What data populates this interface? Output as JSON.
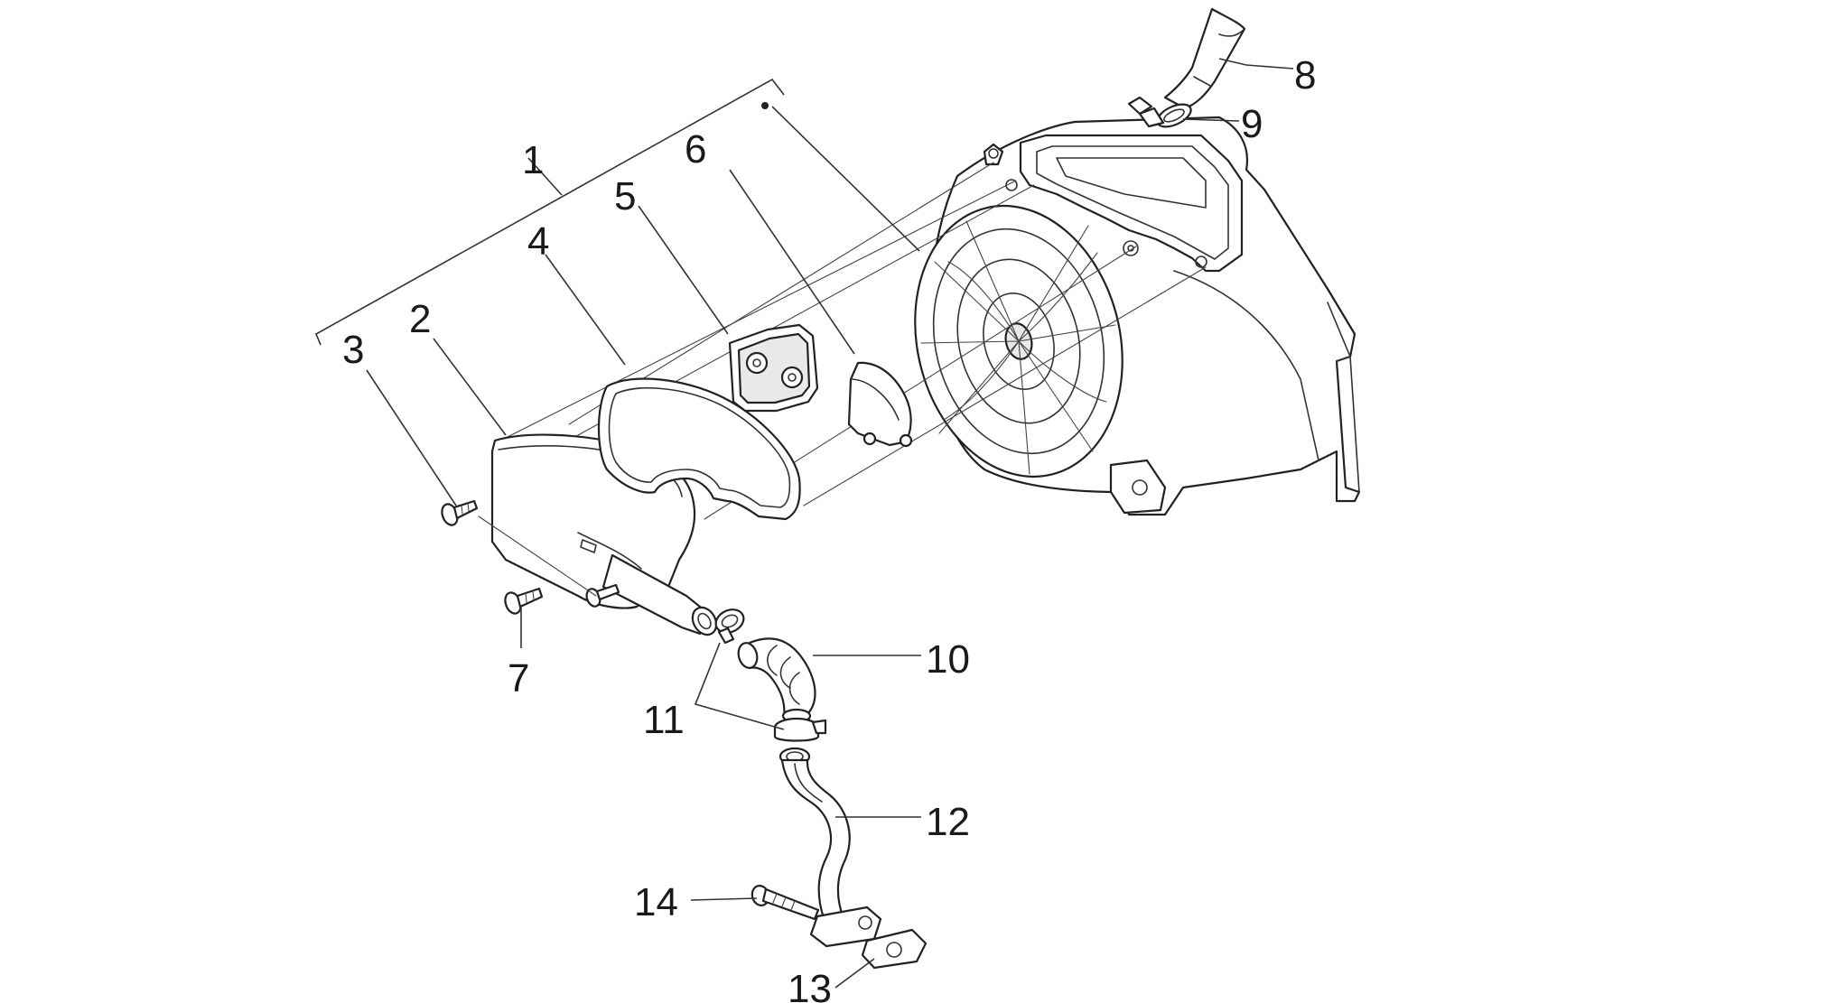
{
  "callouts": [
    {
      "id": "1",
      "label": "1"
    },
    {
      "id": "2",
      "label": "2"
    },
    {
      "id": "3",
      "label": "3"
    },
    {
      "id": "4",
      "label": "4"
    },
    {
      "id": "5",
      "label": "5"
    },
    {
      "id": "6",
      "label": "6"
    },
    {
      "id": "7",
      "label": "7"
    },
    {
      "id": "8",
      "label": "8"
    },
    {
      "id": "9",
      "label": "9"
    },
    {
      "id": "10",
      "label": "10"
    },
    {
      "id": "11",
      "label": "11"
    },
    {
      "id": "12",
      "label": "12"
    },
    {
      "id": "13",
      "label": "13"
    },
    {
      "id": "14",
      "label": "14"
    }
  ],
  "colors": {
    "line": "#222222",
    "background": "#ffffff",
    "shade": "#e9e9e9"
  }
}
